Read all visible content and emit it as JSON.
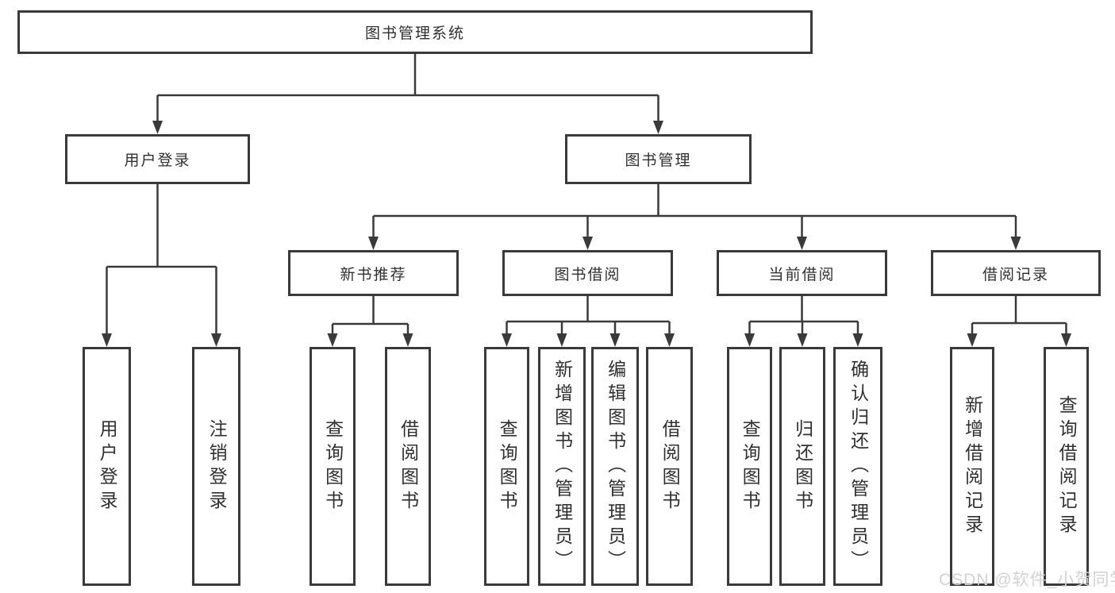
{
  "diagram": {
    "root": {
      "label": "图书管理系统",
      "children": [
        {
          "label": "用户登录",
          "children": [
            {
              "label": "用户登录"
            },
            {
              "label": "注销登录"
            }
          ]
        },
        {
          "label": "图书管理",
          "children": [
            {
              "label": "新书推荐",
              "children": [
                {
                  "label": "查询图书"
                },
                {
                  "label": "借阅图书"
                }
              ]
            },
            {
              "label": "图书借阅",
              "children": [
                {
                  "label": "查询图书"
                },
                {
                  "label": "新增图书（管理员）"
                },
                {
                  "label": "编辑图书（管理员）"
                },
                {
                  "label": "借阅图书"
                }
              ]
            },
            {
              "label": "当前借阅",
              "children": [
                {
                  "label": "查询图书"
                },
                {
                  "label": "归还图书"
                },
                {
                  "label": "确认归还（管理员）"
                }
              ]
            },
            {
              "label": "借阅记录",
              "children": [
                {
                  "label": "新增借阅记录"
                },
                {
                  "label": "查询借阅记录"
                }
              ]
            }
          ]
        }
      ]
    }
  },
  "watermark": {
    "text": "CSDN @软件_小贺同学"
  },
  "colors": {
    "line": "#3a3a3a",
    "text": "#303030",
    "background": "#ffffff",
    "watermark": "#d2d2d2"
  }
}
